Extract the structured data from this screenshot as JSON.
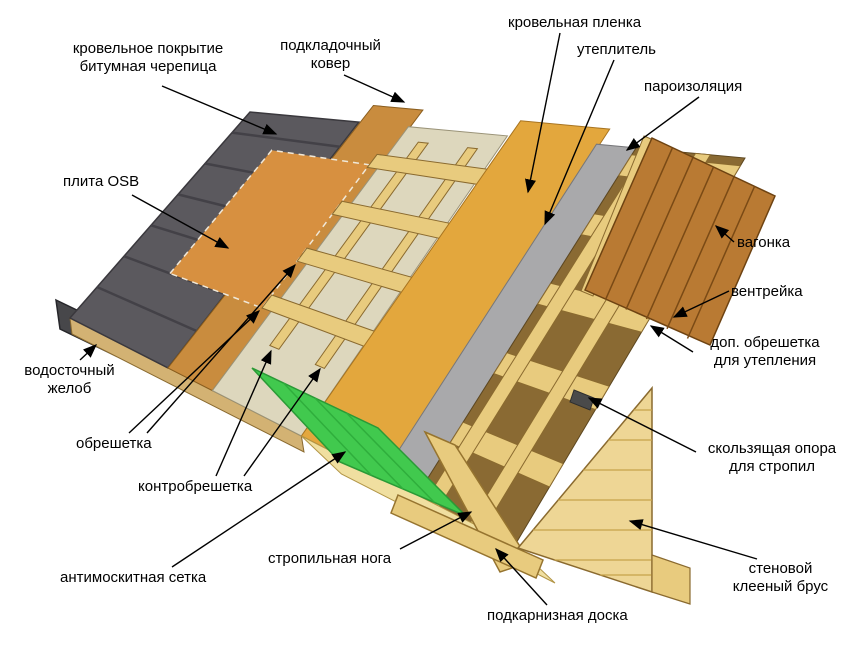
{
  "labels": {
    "shingles": "кровельное покрытие\nбитумная черепица",
    "underlay": "подкладочный\nковер",
    "film": "кровельная пленка",
    "insulation": "утеплитель",
    "vapor": "пароизоляция",
    "lining": "вагонка",
    "vent": "вентрейка",
    "extra_lathing": "доп. обрешетка\nдля утепления",
    "sliding_support": "скользящая опора\nдля стропил",
    "wall_beam": "стеновой\nклееный брус",
    "eaves_board": "подкарнизная доска",
    "rafter": "стропильная нога",
    "mosquito_net": "антимоскитная сетка",
    "counter_lathing": "контробрешетка",
    "lathing": "обрешетка",
    "gutter": "водосточный\nжелоб",
    "osb": "плита OSB"
  },
  "palette": {
    "shingle": "#5b595e",
    "osb": "#d79040",
    "underlay": "#c98c3e",
    "deck": "#ddd7bd",
    "film": "#e3a73d",
    "vapor": "#a9a9ab",
    "frame_dark": "#8a6a33",
    "wood": "#e8cb7e",
    "board": "#b97a33",
    "net": "#41c94e",
    "structure": "#f0dfa0",
    "glulam": "#eed695",
    "gutter": "#47474a",
    "fascia": "#d3b273",
    "arrow": "#000000"
  }
}
